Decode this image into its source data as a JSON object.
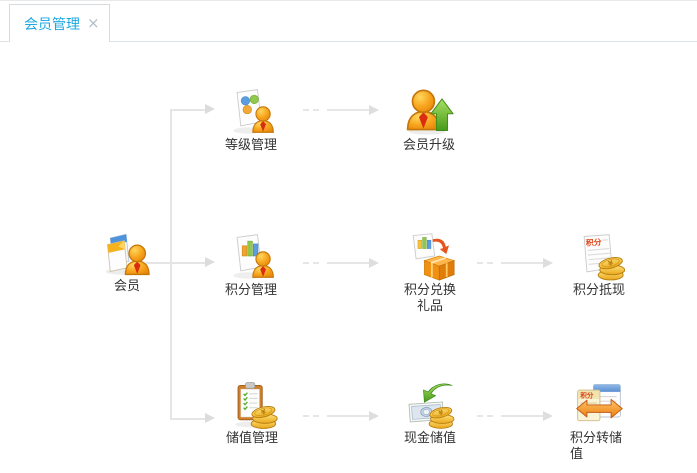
{
  "tab": {
    "label": "会员管理",
    "close_glyph": "×"
  },
  "colors": {
    "tab_text": "#1ca9e3",
    "connector": "#e5e5e5",
    "label_text": "#333333"
  },
  "diagram": {
    "nodes": {
      "member": {
        "label": "会员",
        "icon": "member-books-user-icon"
      },
      "level": {
        "label": "等级管理",
        "icon": "page-levels-user-icon"
      },
      "upgrade": {
        "label": "会员升级",
        "icon": "user-green-up-arrow-icon"
      },
      "points": {
        "label": "积分管理",
        "icon": "page-barchart-user-icon"
      },
      "exchange": {
        "label": "积分兑换礼品",
        "icon": "page-gift-box-arrow-icon"
      },
      "redeem": {
        "label": "积分抵现",
        "icon": "document-gold-coins-icon"
      },
      "stored": {
        "label": "储值管理",
        "icon": "clipboard-gold-coins-icon"
      },
      "cash": {
        "label": "现金储值",
        "icon": "banknote-coins-green-arrow-icon"
      },
      "transfer": {
        "label": "积分转储值",
        "icon": "cards-swap-orange-arrow-icon"
      }
    },
    "edges": [
      {
        "from": "会员",
        "to": "等级管理",
        "style": "solid"
      },
      {
        "from": "会员",
        "to": "积分管理",
        "style": "solid"
      },
      {
        "from": "会员",
        "to": "储值管理",
        "style": "solid"
      },
      {
        "from": "等级管理",
        "to": "会员升级",
        "style": "dashed"
      },
      {
        "from": "积分管理",
        "to": "积分兑换礼品",
        "style": "dashed"
      },
      {
        "from": "积分兑换礼品",
        "to": "积分抵现",
        "style": "dashed"
      },
      {
        "from": "储值管理",
        "to": "现金储值",
        "style": "dashed"
      },
      {
        "from": "现金储值",
        "to": "积分转储值",
        "style": "dashed"
      }
    ]
  }
}
